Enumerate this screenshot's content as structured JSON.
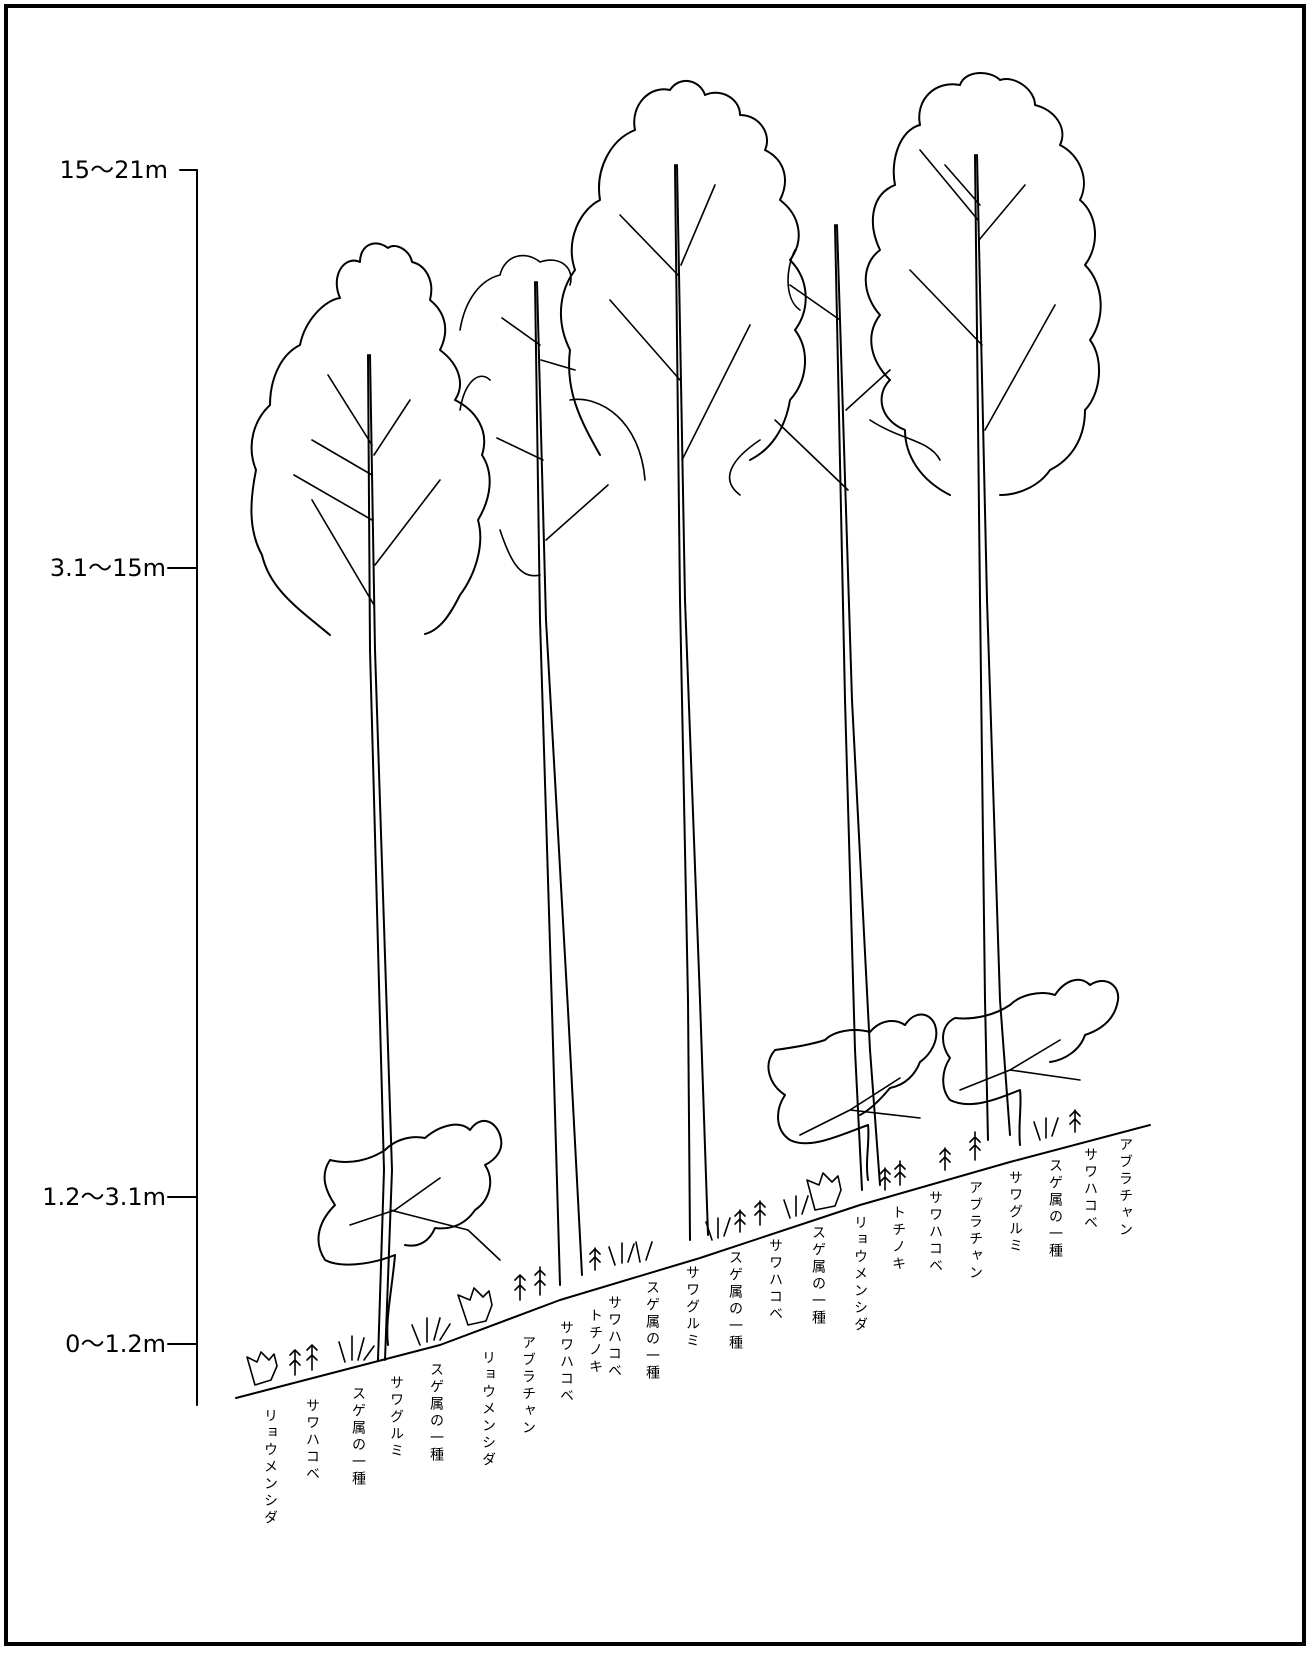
{
  "scale": {
    "levels": [
      {
        "label": "15〜21m"
      },
      {
        "label": "3.1〜15m"
      },
      {
        "label": "1.2〜3.1m"
      },
      {
        "label": "0〜1.2m"
      }
    ]
  },
  "species_labels": [
    "リョウメンシダ",
    "サワハコベ",
    "スゲ属の一種",
    "サワグルミ",
    "スゲ属の一種",
    "リョウメンシダ",
    "アブラチャン",
    "サワハコベ",
    "トチノキ",
    "サワハコベ",
    "スゲ属の一種",
    "サワグルミ",
    "スゲ属の一種",
    "サワハコベ",
    "スゲ属の一種",
    "リョウメンシダ",
    "トチノキ",
    "サワハコベ",
    "アブラチャン",
    "サワグルミ",
    "スゲ属の一種",
    "サワハコベ",
    "アブラチャン"
  ],
  "colors": {
    "ink": "#000000",
    "paper": "#ffffff"
  }
}
